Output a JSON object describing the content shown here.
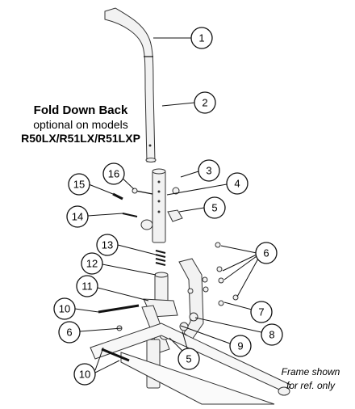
{
  "caption": {
    "title": "Fold Down Back",
    "subtitle": "optional on models",
    "models": "R50LX/R51LX/R51LXP"
  },
  "frame_note": {
    "line1": "Frame shown",
    "line2": "for ref.  only"
  },
  "callouts": [
    {
      "id": "c1",
      "label": "1"
    },
    {
      "id": "c2",
      "label": "2"
    },
    {
      "id": "c3",
      "label": "3"
    },
    {
      "id": "c4",
      "label": "4"
    },
    {
      "id": "c5a",
      "label": "5"
    },
    {
      "id": "c6a",
      "label": "6"
    },
    {
      "id": "c7",
      "label": "7"
    },
    {
      "id": "c8",
      "label": "8"
    },
    {
      "id": "c9",
      "label": "9"
    },
    {
      "id": "c5b",
      "label": "5"
    },
    {
      "id": "c6b",
      "label": "6"
    },
    {
      "id": "c10a",
      "label": "10"
    },
    {
      "id": "c10b",
      "label": "10"
    },
    {
      "id": "c11",
      "label": "11"
    },
    {
      "id": "c12",
      "label": "12"
    },
    {
      "id": "c13",
      "label": "13"
    },
    {
      "id": "c14",
      "label": "14"
    },
    {
      "id": "c15",
      "label": "15"
    },
    {
      "id": "c16",
      "label": "16"
    }
  ]
}
